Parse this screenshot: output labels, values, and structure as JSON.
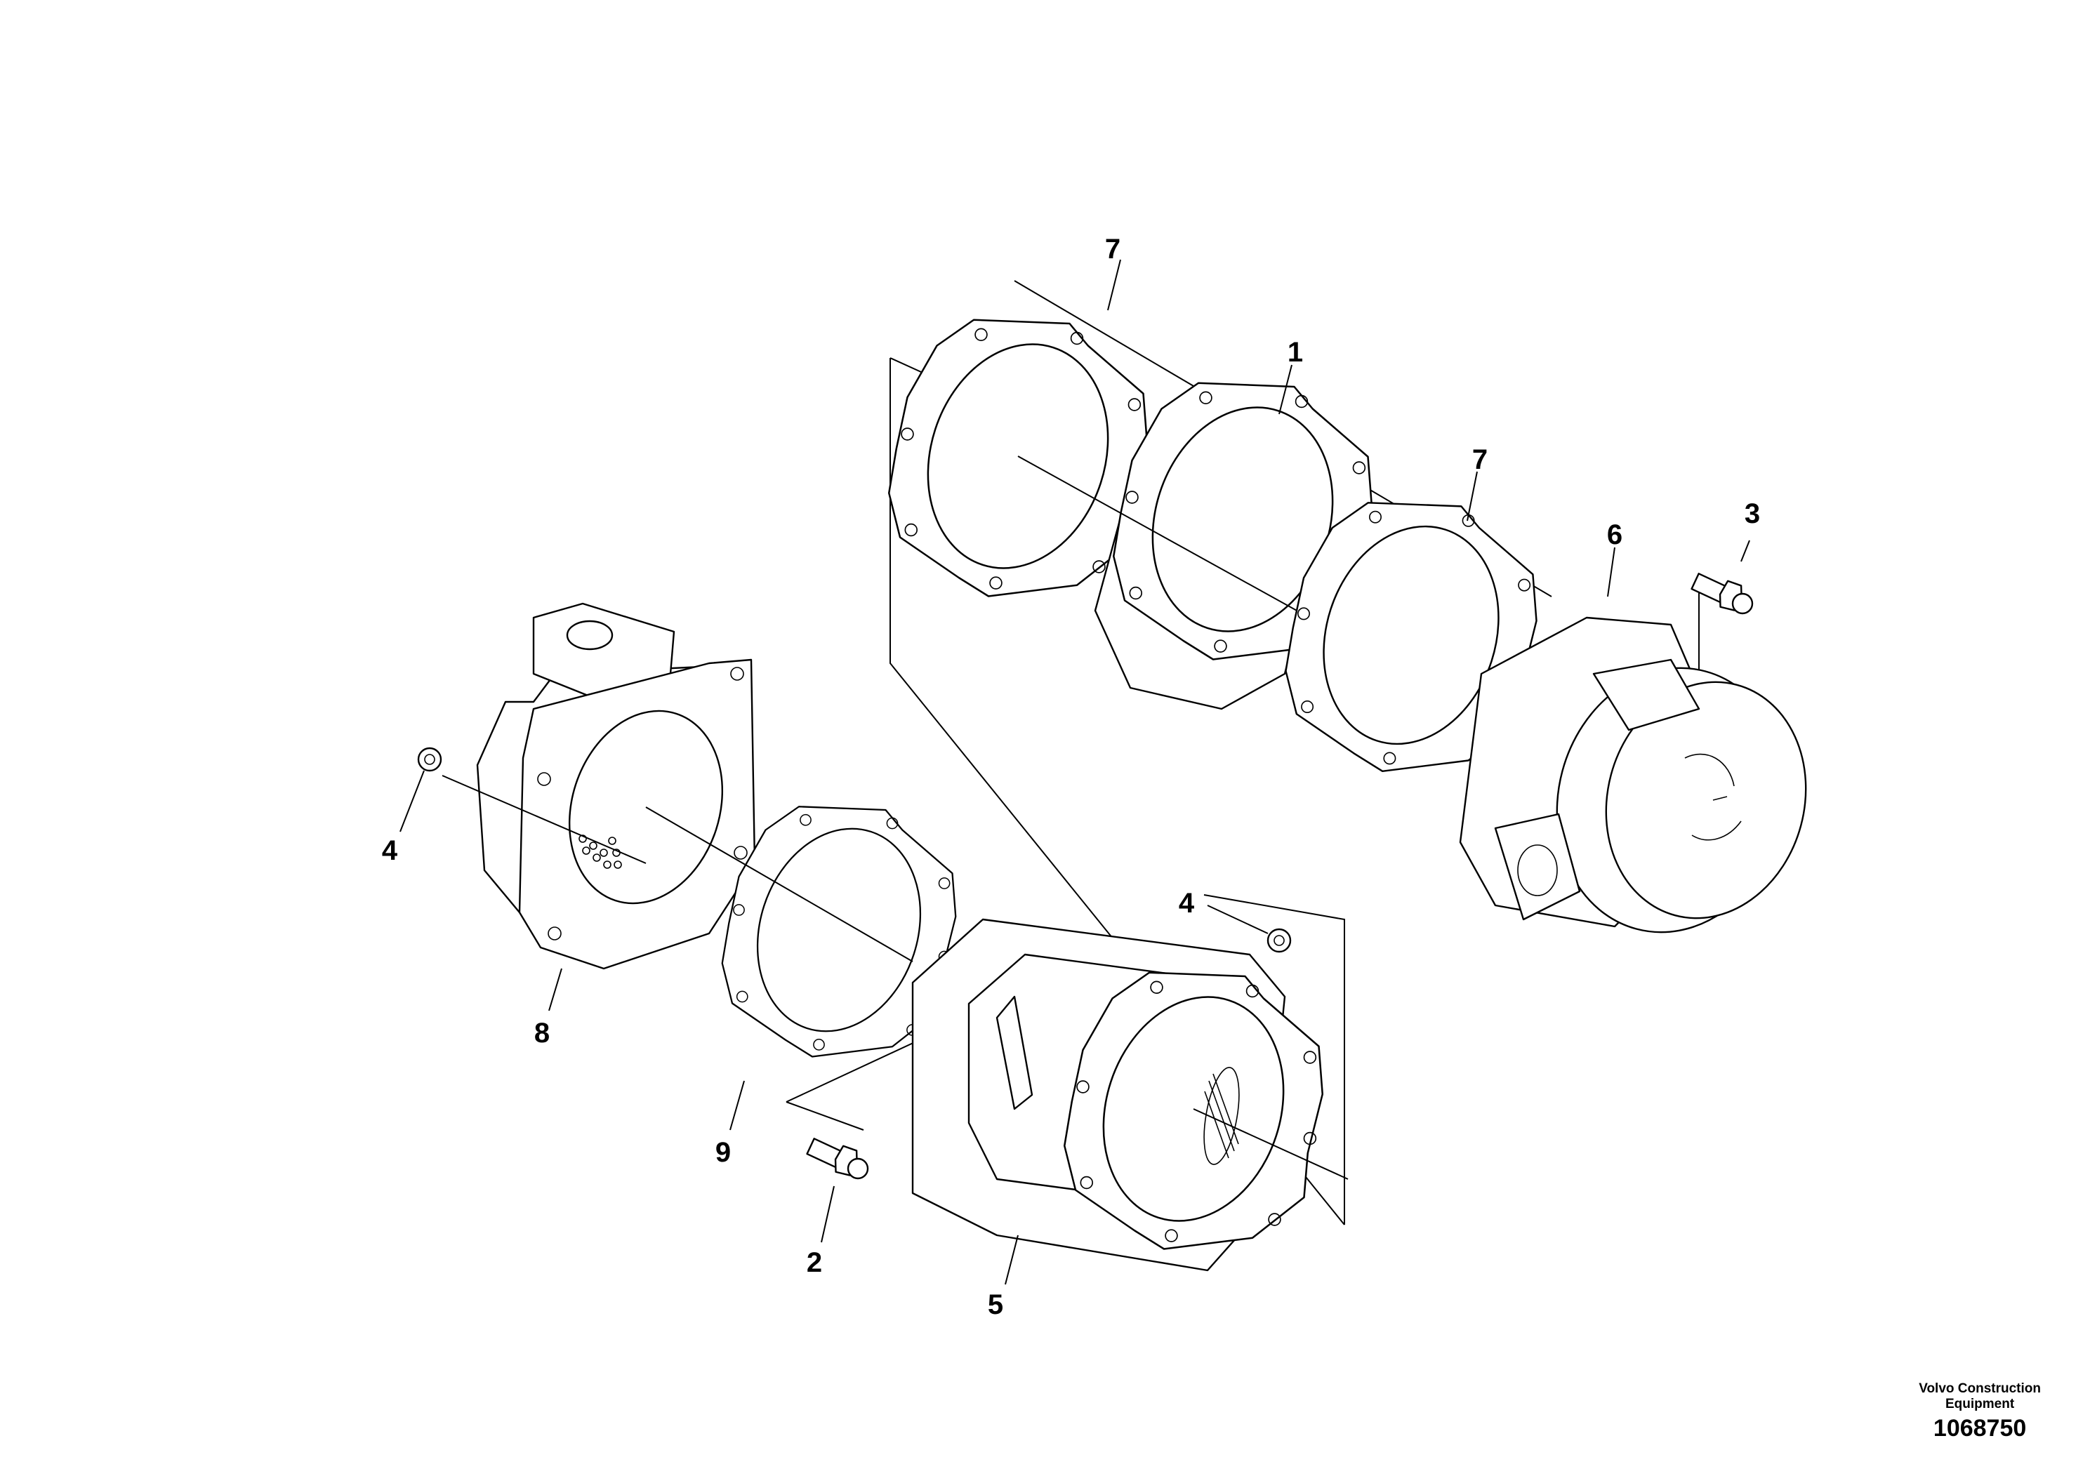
{
  "diagram": {
    "callouts": [
      {
        "id": "c1",
        "label": "1"
      },
      {
        "id": "c2",
        "label": "2"
      },
      {
        "id": "c3",
        "label": "3"
      },
      {
        "id": "c4a",
        "label": "4"
      },
      {
        "id": "c4b",
        "label": "4"
      },
      {
        "id": "c5",
        "label": "5"
      },
      {
        "id": "c6",
        "label": "6"
      },
      {
        "id": "c7a",
        "label": "7"
      },
      {
        "id": "c7b",
        "label": "7"
      },
      {
        "id": "c8",
        "label": "8"
      },
      {
        "id": "c9",
        "label": "9"
      }
    ]
  },
  "footer": {
    "brand_line1": "Volvo Construction",
    "brand_line2": "Equipment",
    "document_number": "1068750"
  }
}
